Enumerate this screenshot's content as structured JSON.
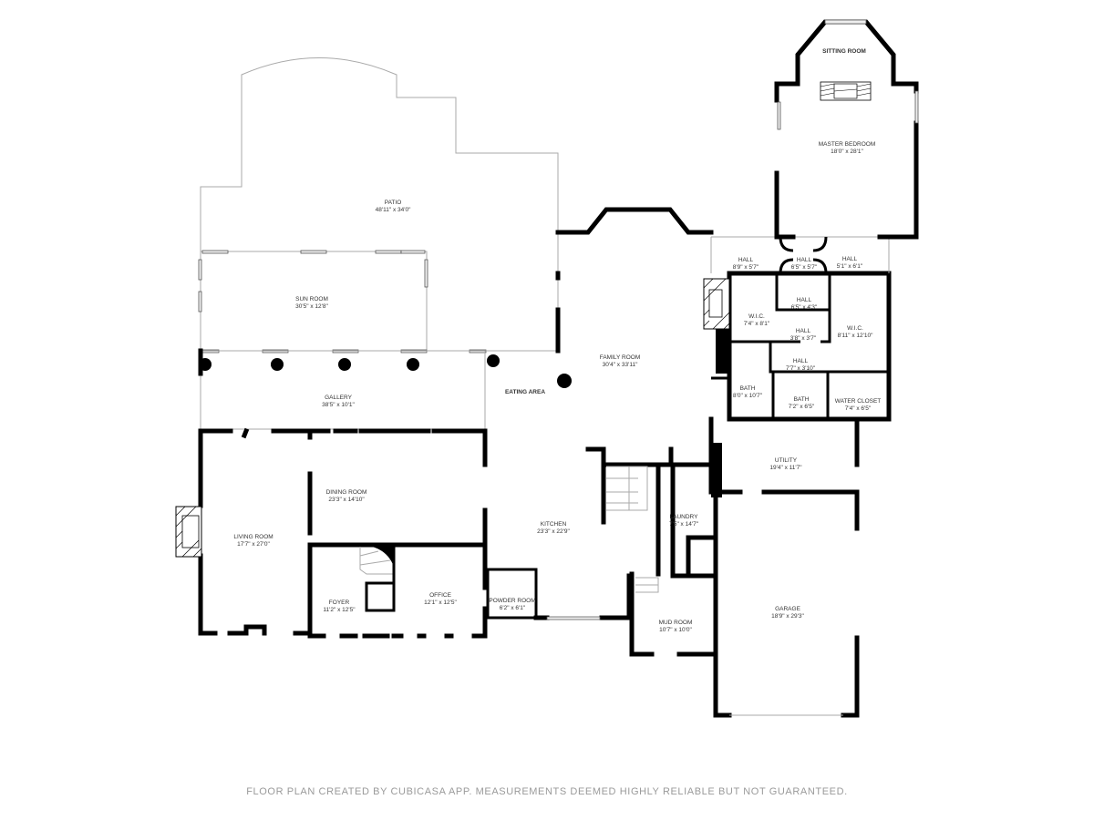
{
  "rooms": {
    "sitting_room": {
      "name": "SITTING ROOM",
      "dims": ""
    },
    "master_bedroom": {
      "name": "MASTER BEDROOM",
      "dims": "18'0\" x 28'1\""
    },
    "patio": {
      "name": "PATIO",
      "dims": "48'11\" x 34'0\""
    },
    "sun_room": {
      "name": "SUN ROOM",
      "dims": "30'5\" x 12'8\""
    },
    "family_room": {
      "name": "FAMILY ROOM",
      "dims": "30'4\" x 33'11\""
    },
    "eating_area": {
      "name": "EATING AREA",
      "dims": ""
    },
    "gallery": {
      "name": "GALLERY",
      "dims": "38'5\" x 10'1\""
    },
    "hall_1": {
      "name": "HALL",
      "dims": "8'9\" x 5'7\""
    },
    "hall_2": {
      "name": "HALL",
      "dims": "6'5\" x 5'7\""
    },
    "hall_3": {
      "name": "HALL",
      "dims": "5'1\" x 6'1\""
    },
    "hall_4": {
      "name": "HALL",
      "dims": "6'5\" x 4'3\""
    },
    "wic_1": {
      "name": "W.I.C.",
      "dims": "7'4\" x 8'1\""
    },
    "hall_5": {
      "name": "HALL",
      "dims": "3'8\" x 3'7\""
    },
    "wic_2": {
      "name": "W.I.C.",
      "dims": "8'11\" x 12'10\""
    },
    "hall_6": {
      "name": "HALL",
      "dims": "7'7\" x 3'10\""
    },
    "bath_1": {
      "name": "BATH",
      "dims": "8'0\" x 10'7\""
    },
    "bath_2": {
      "name": "BATH",
      "dims": "7'2\" x 6'5\""
    },
    "water_closet": {
      "name": "WATER CLOSET",
      "dims": "7'4\" x 6'5\""
    },
    "utility": {
      "name": "UTILITY",
      "dims": "19'4\" x 11'7\""
    },
    "dining_room": {
      "name": "DINING ROOM",
      "dims": "23'3\" x 14'10\""
    },
    "laundry": {
      "name": "LAUNDRY",
      "dims": "7'5\" x 14'7\""
    },
    "kitchen": {
      "name": "KITCHEN",
      "dims": "23'3\" x 22'9\""
    },
    "living_room": {
      "name": "LIVING ROOM",
      "dims": "17'7\" x 27'0\""
    },
    "office": {
      "name": "OFFICE",
      "dims": "12'1\" x 12'5\""
    },
    "foyer": {
      "name": "FOYER",
      "dims": "11'2\" x 12'5\""
    },
    "powder_room": {
      "name": "POWDER ROOM",
      "dims": "6'2\" x 6'1\""
    },
    "garage": {
      "name": "GARAGE",
      "dims": "18'9\" x 29'3\""
    },
    "mud_room": {
      "name": "MUD ROOM",
      "dims": "10'7\" x 10'0\""
    }
  },
  "footer": "FLOOR PLAN CREATED BY CUBICASA APP. MEASUREMENTS DEEMED HIGHLY RELIABLE BUT NOT GUARANTEED.",
  "colors": {
    "wall": "#000000",
    "outline": "#aaaaaa",
    "footer_text": "#9a9a9a"
  }
}
